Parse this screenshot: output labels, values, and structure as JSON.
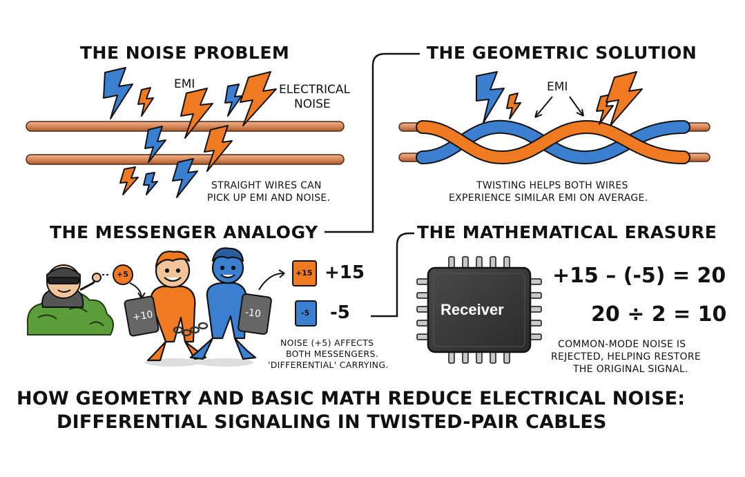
{
  "panels": {
    "noise_problem": {
      "heading": "THE NOISE PROBLEM",
      "label_emi": "EMI",
      "label_noise_line1": "ELECTRICAL",
      "label_noise_line2": "NOISE",
      "caption_line1": "STRAIGHT WIRES CAN",
      "caption_line2": "PICK UP EMI AND NOISE."
    },
    "geometric_solution": {
      "heading": "THE GEOMETRIC SOLUTION",
      "label_emi": "EMI",
      "caption_line1": "TWISTING HELPS BOTH WIRES",
      "caption_line2": "EXPERIENCE SIMILAR EMI ON AVERAGE."
    },
    "messenger_analogy": {
      "heading": "THE MESSENGER ANALOGY",
      "noise_tag": "+5",
      "tablet_left": "+10",
      "tablet_right": "-10",
      "card_top": "+15",
      "value_top": "+15",
      "card_bottom": "-5",
      "value_bottom": "-5",
      "caption_line1": "NOISE (+5) AFFECTS",
      "caption_line2": "BOTH MESSENGERS.",
      "caption_line3": "'DIFFERENTIAL' CARRYING."
    },
    "mathematical_erasure": {
      "heading": "THE MATHEMATICAL ERASURE",
      "chip_label": "Receiver",
      "equation_1": "+15 – (-5) = 20",
      "equation_2": "20 ÷ 2 = 10",
      "caption_line1": "COMMON-MODE NOISE IS",
      "caption_line2": "REJECTED, HELPING RESTORE",
      "caption_line3": "THE ORIGINAL SIGNAL."
    }
  },
  "main_title": {
    "line1": "HOW GEOMETRY AND BASIC MATH REDUCE ELECTRICAL NOISE:",
    "line2": "DIFFERENTIAL SIGNALING IN TWISTED-PAIR CABLES"
  },
  "colors": {
    "orange": "#f07a22",
    "blue": "#3a7fd0",
    "copper": "#d98a5c",
    "chip": "#3a3a3a",
    "bush": "#5c9e3a"
  },
  "icons": [
    "lightning-bolt-icon",
    "arrow-icon",
    "chain-icon",
    "tablet-icon",
    "chip-icon"
  ]
}
